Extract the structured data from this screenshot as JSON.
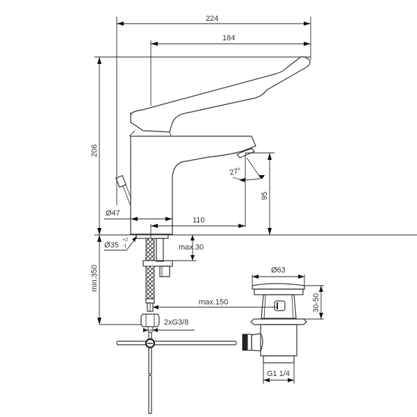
{
  "drawing": {
    "type": "technical drawing",
    "subject": "single-lever basin mixer with pop-up waste",
    "line_color": "#333333",
    "background": "#ffffff"
  },
  "dimensions": {
    "overall_width": "224",
    "lever_reach": "184",
    "overall_height": "206",
    "spout_height": "95",
    "spout_projection": "110",
    "body_diameter": "Ø47",
    "hole_diameter": "Ø35",
    "hole_tolerance_plus": "+2",
    "hole_tolerance_minus": "-1",
    "deck_thickness": "max.30",
    "hose_length": "min.350",
    "waste_distance": "max.150",
    "connections": "2xG3/8",
    "waste_head_diameter": "Ø63",
    "waste_deck_range": "30-50",
    "waste_thread": "G1 1/4",
    "aerator_angle": "27°"
  }
}
